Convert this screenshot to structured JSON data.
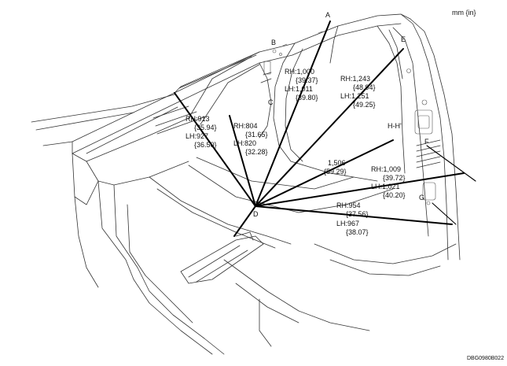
{
  "units_label": "mm {in}",
  "figure_code": "DBG0980B022",
  "points": {
    "A": "A",
    "B": "B",
    "C": "C",
    "D": "D",
    "E": "E",
    "F": "F",
    "G": "G",
    "H": "H-H'"
  },
  "dimensions": [
    {
      "id": "dim-A",
      "lines": [
        "RH:1,000",
        "{39.37}",
        "LH:1,011",
        "{39.80}"
      ]
    },
    {
      "id": "dim-E",
      "lines": [
        "RH:1,243",
        "{48.94}",
        "LH:1,251",
        "{49.25}"
      ]
    },
    {
      "id": "dim-B",
      "lines": [
        "RH:913",
        "{35.94}",
        "LH:927",
        "{36.50}"
      ]
    },
    {
      "id": "dim-C",
      "lines": [
        "RH:804",
        "{31.65}",
        "LH:820",
        "{32.28}"
      ]
    },
    {
      "id": "dim-H",
      "lines": [
        "1,506",
        "{59.29}"
      ]
    },
    {
      "id": "dim-F",
      "lines": [
        "RH:1,009",
        "{39.72}",
        "LH:1,021",
        "{40.20}"
      ]
    },
    {
      "id": "dim-G",
      "lines": [
        "RH:954",
        "{37.56}",
        "LH:967",
        "{38.07}"
      ]
    }
  ]
}
